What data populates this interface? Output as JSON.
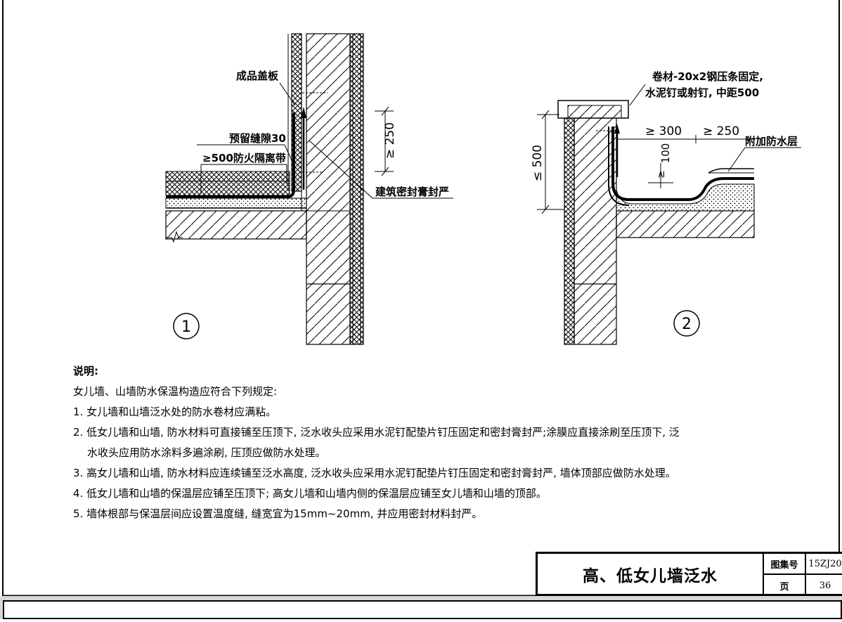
{
  "drawing": {
    "detail1": {
      "number": "1",
      "labels": {
        "cover": "成品盖板",
        "gap": "预留缝隙30",
        "firebreak": "≥500防火隔离带",
        "sealant": "建筑密封膏封严",
        "height": "≥ 250"
      }
    },
    "detail2": {
      "number": "2",
      "labels": {
        "fix_line1": "卷材-20x2钢压条固定,",
        "fix_line2": "水泥钉或射钉, 中距500",
        "dim_300": "≥ 300",
        "dim_250": "≥ 250",
        "extra_layer": "附加防水层",
        "dim_100": "100",
        "dim_500": "≤ 500"
      }
    }
  },
  "notes": {
    "heading": "说明:",
    "intro": "女儿墙、山墙防水保温构造应符合下列规定:",
    "items": [
      "1. 女儿墙和山墙泛水处的防水卷材应满粘。",
      "2. 低女儿墙和山墙, 防水材料可直接铺至压顶下, 泛水收头应采用水泥钉配垫片钉压固定和密封膏封严;涂膜应直接涂刷至压顶下, 泛",
      "水收头应用防水涂料多遍涂刷, 压顶应做防水处理。",
      "3. 高女儿墙和山墙, 防水材料应连续铺至泛水高度, 泛水收头应采用水泥钉配垫片钉压固定和密封膏封严, 墙体顶部应做防水处理。",
      "4. 低女儿墙和山墙的保温层应铺至压顶下; 高女儿墙和山墙内侧的保温层应铺至女儿墙和山墙的顶部。",
      "5. 墙体根部与保温层间应设置温度缝, 缝宽宜为15mm~20mm, 并应用密封材料封严。"
    ]
  },
  "title_block": {
    "title": "高、低女儿墙泛水",
    "atlas_label": "图集号",
    "atlas_value": "15ZJ20",
    "page_label": "页",
    "page_value": "36"
  }
}
